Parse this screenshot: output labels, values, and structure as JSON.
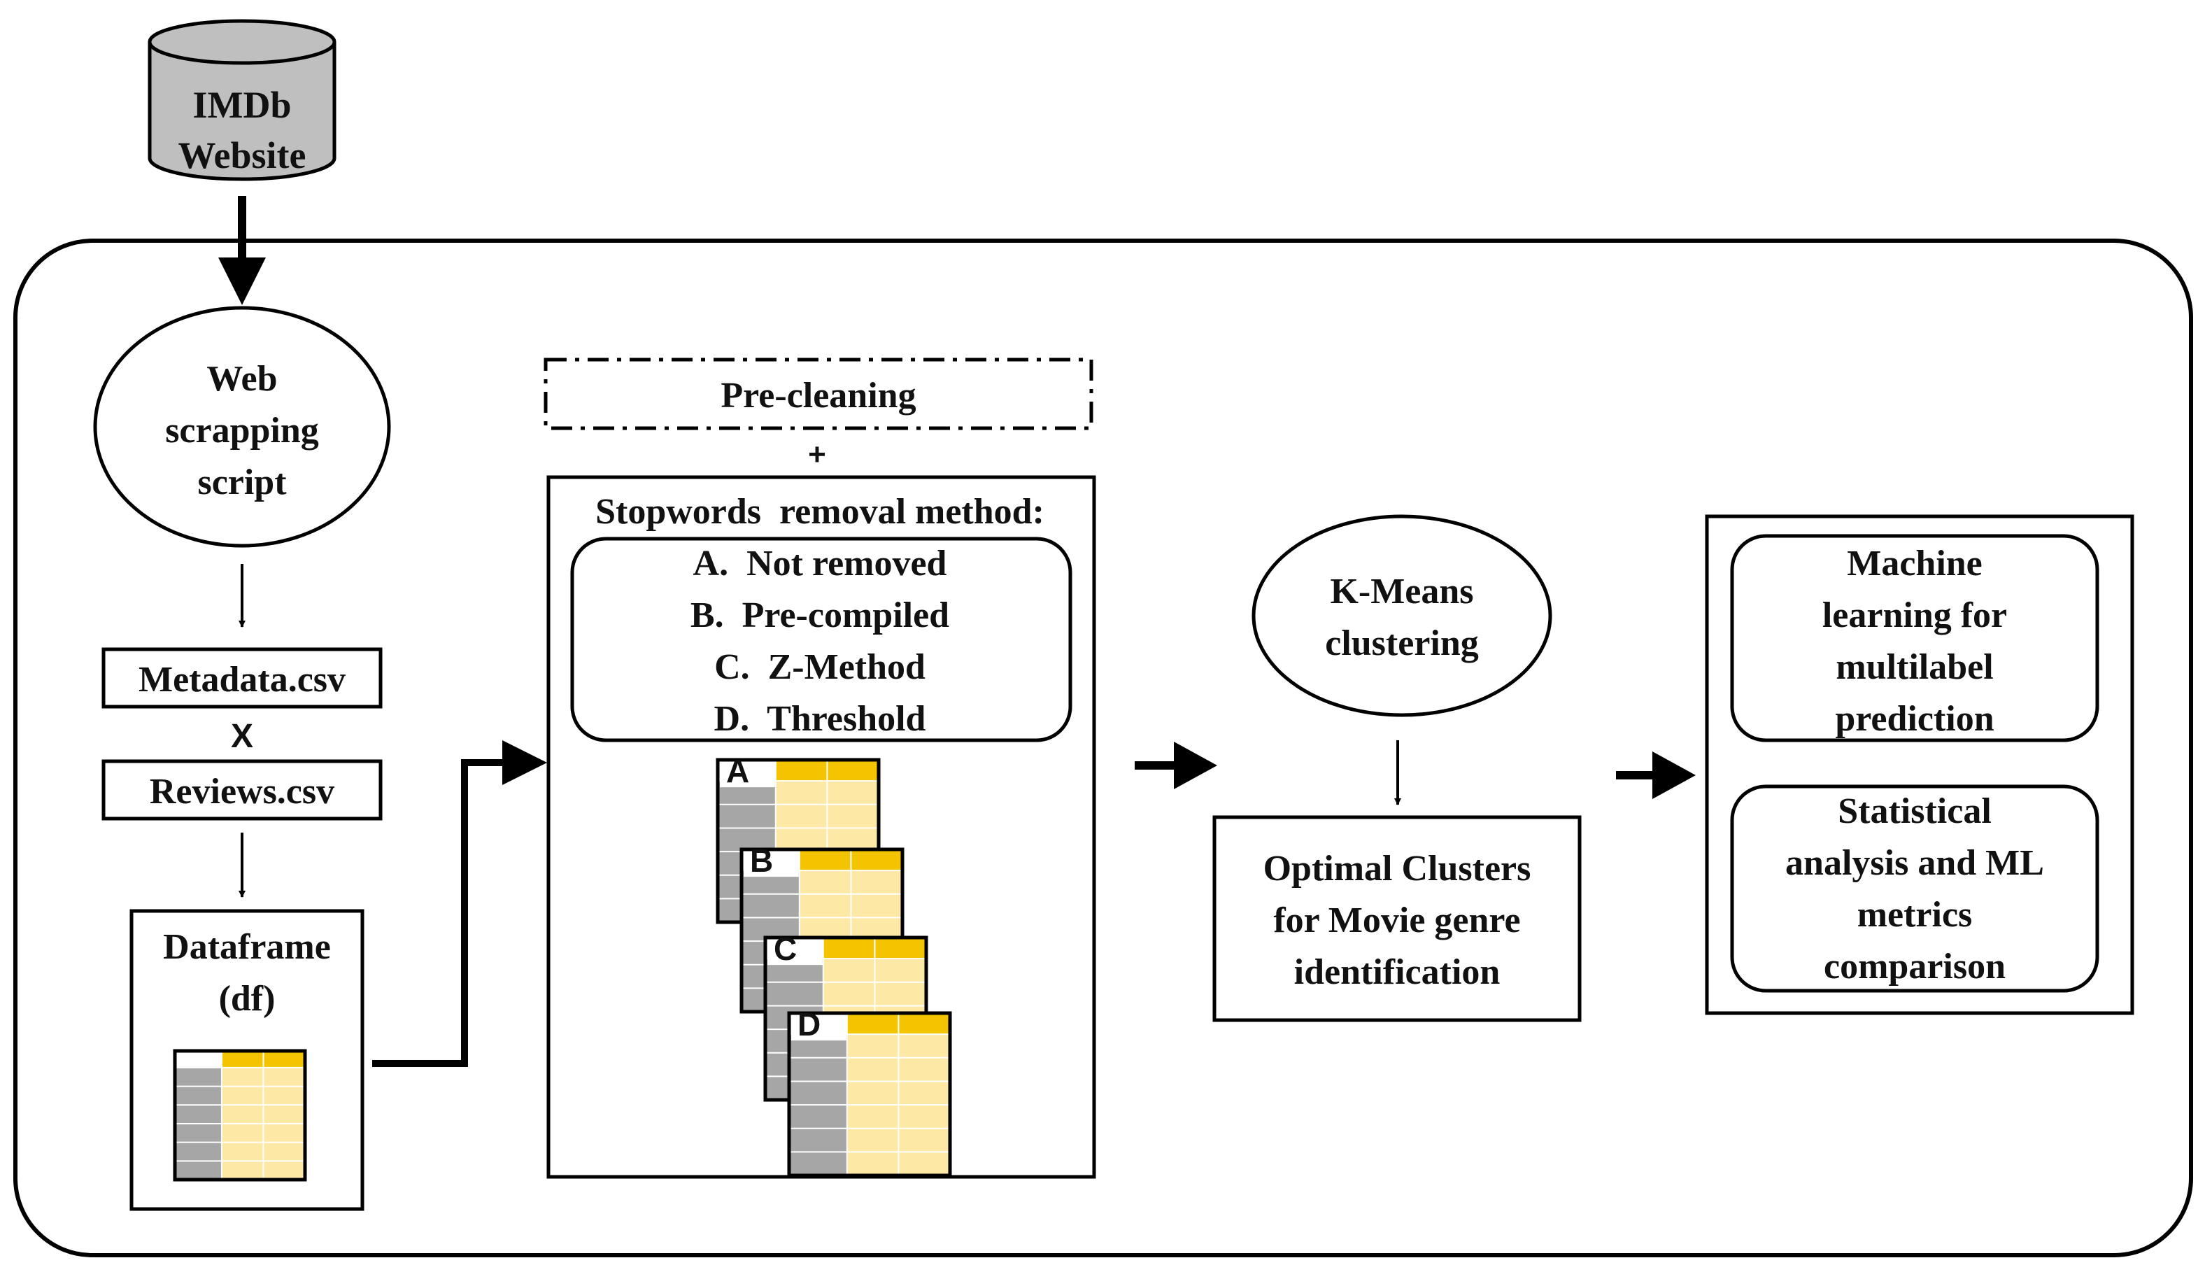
{
  "source": {
    "line1": "IMDb",
    "line2": "Website"
  },
  "scraper": {
    "line1": "Web",
    "line2": "scrapping",
    "line3": "script"
  },
  "files": {
    "metadata": "Metadata.csv",
    "join_symbol": "X",
    "reviews": "Reviews.csv"
  },
  "dataframe": {
    "line1": "Dataframe",
    "line2": "(df)"
  },
  "precleaning": {
    "label": "Pre-cleaning",
    "plus": "+"
  },
  "stopwords": {
    "title": "Stopwords  removal method:",
    "methods": [
      "A.  Not removed",
      "B.  Pre-compiled",
      "C.  Z-Method",
      "D.  Threshold"
    ],
    "table_letters": [
      "A",
      "B",
      "C",
      "D"
    ]
  },
  "kmeans": {
    "line1": "K-Means",
    "line2": "clustering"
  },
  "clusters": {
    "line1": "Optimal Clusters",
    "line2": "for Movie genre",
    "line3": "identification"
  },
  "ml": {
    "line1": "Machine",
    "line2": "learning for",
    "line3": "multilabel",
    "line4": "prediction"
  },
  "stats": {
    "line1": "Statistical",
    "line2": "analysis and ML",
    "line3": "metrics",
    "line4": "comparison"
  },
  "colors": {
    "header_yellow": "#F5C400",
    "cell_yellow": "#FDE8A6",
    "cell_gray": "#A6A6A6",
    "cylinder_gray": "#BFBFBF"
  },
  "icons": [
    "database-cylinder-icon",
    "table-icon",
    "arrow-icon"
  ]
}
